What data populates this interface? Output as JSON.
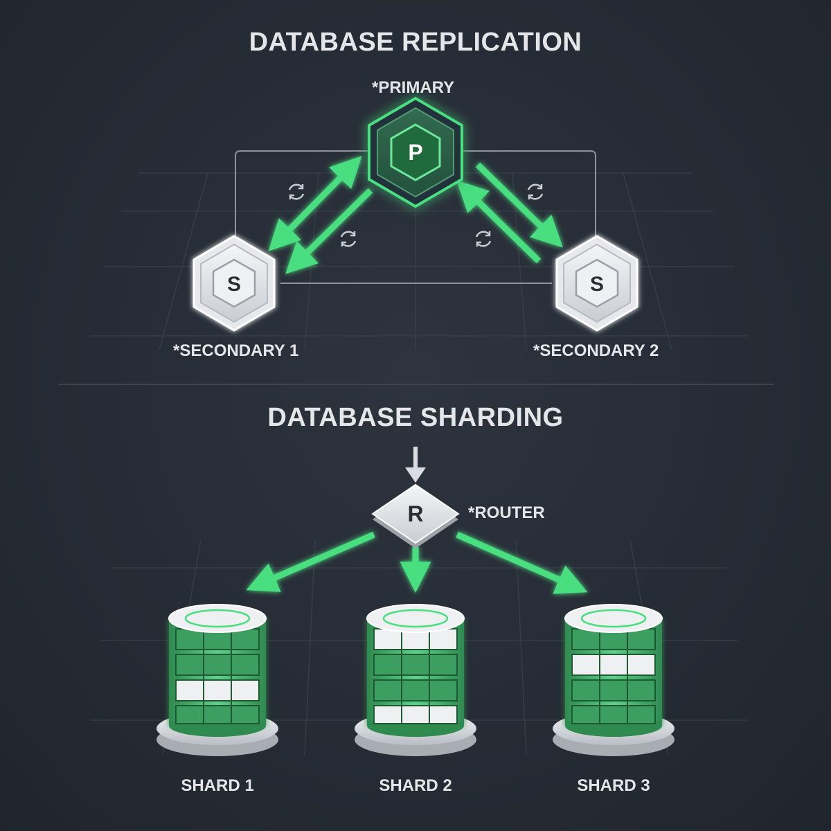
{
  "replication": {
    "title": "DATABASE REPLICATION",
    "primary": {
      "letter": "P",
      "label": "*PRIMARY"
    },
    "secondaries": [
      {
        "letter": "S",
        "label": "*SECONDARY 1"
      },
      {
        "letter": "S",
        "label": "*SECONDARY 2"
      }
    ],
    "sync_icon": "sync-icon"
  },
  "sharding": {
    "title": "DATABASE SHARDING",
    "router": {
      "letter": "R",
      "label": "*ROUTER"
    },
    "shards": [
      {
        "label": "SHARD 1"
      },
      {
        "label": "SHARD 2"
      },
      {
        "label": "SHARD 3"
      }
    ]
  },
  "colors": {
    "accent": "#4ade80",
    "accent_dark": "#2f7a4c",
    "node_light": "#e8eaee",
    "background": "#262c35"
  }
}
